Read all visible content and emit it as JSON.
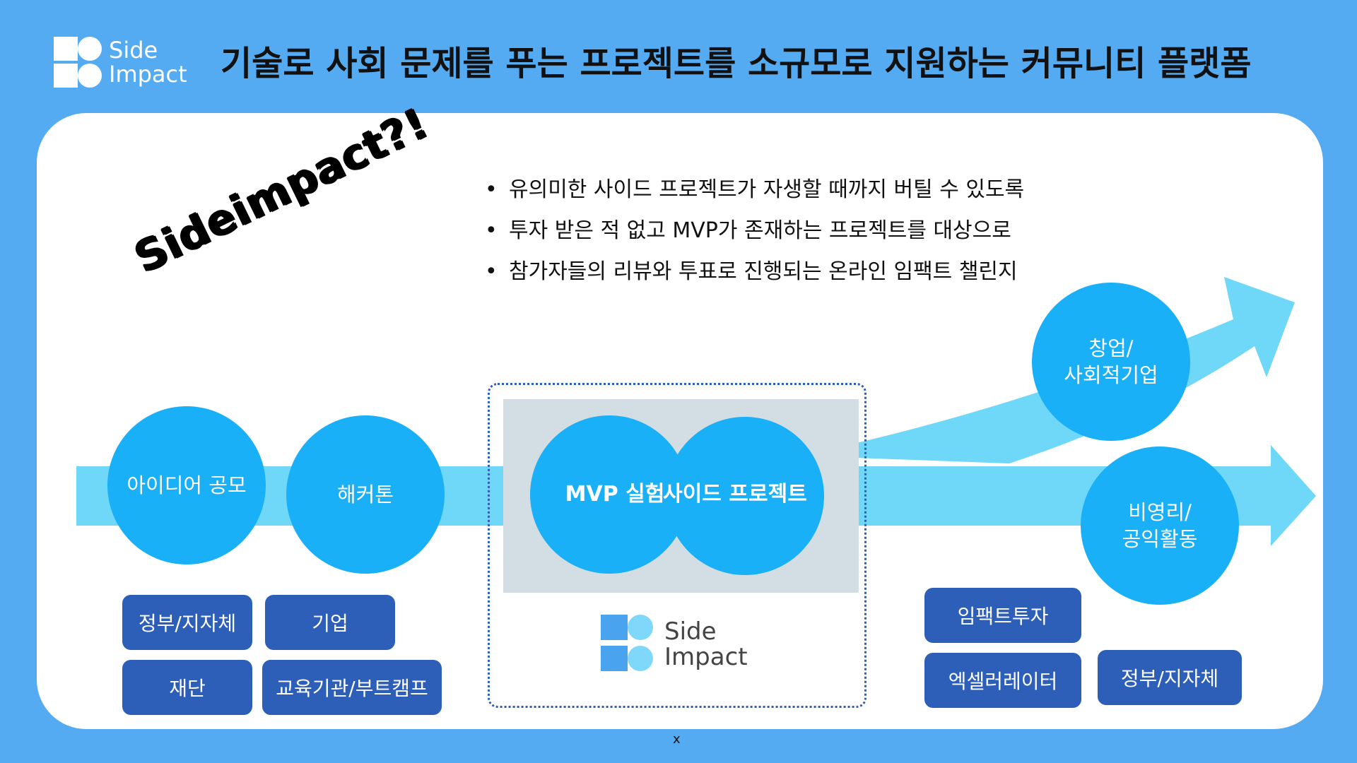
{
  "header": {
    "logo_line1": "Side",
    "logo_line2": "Impact",
    "headline": "기술로 사회 문제를 푸는 프로젝트를 소규모로 지원하는 커뮤니티 플랫폼"
  },
  "burst_text": "Sideimpact?!",
  "bullets": [
    "유의미한 사이드 프로젝트가 자생할 때까지 버틸 수 있도록",
    "투자 받은 적 없고 MVP가 존재하는 프로젝트를 대상으로",
    "참가자들의 리뷰와 투표로 진행되는 온라인 임팩트 챌린지"
  ],
  "stages": {
    "idea": "아이디어 공모",
    "hackathon": "해커톤",
    "mvp": "MVP 실험",
    "side_project": "사이드 프로젝트",
    "startup_line1": "창업/",
    "startup_line2": "사회적기업",
    "nonprofit_line1": "비영리/",
    "nonprofit_line2": "공익활동"
  },
  "supporters_left": [
    "정부/지자체",
    "기업",
    "재단",
    "교육기관/부트캠프"
  ],
  "supporters_right": [
    "임팩트투자",
    "엑셀러레이터",
    "정부/지자체"
  ],
  "inner_logo": {
    "line1": "Side",
    "line2": "Impact"
  },
  "footer": "x",
  "colors": {
    "background": "#55abf2",
    "arrow": "#6fd8f8",
    "circle": "#1ab0f7",
    "tag": "#2d5fb8"
  }
}
